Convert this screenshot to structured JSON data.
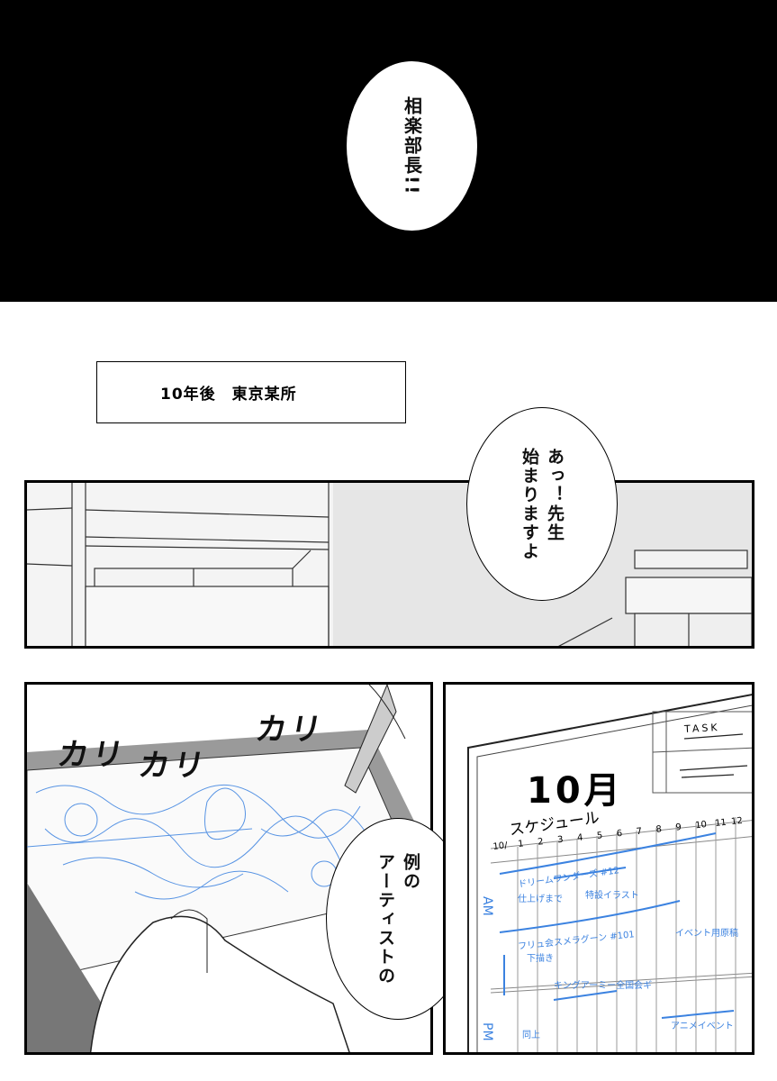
{
  "panel1": {
    "bubble_text": "相楽部長!!"
  },
  "caption": {
    "text": "10年後　東京某所"
  },
  "panel2": {
    "bubble_text": "あっ！先生\n始まりますよ"
  },
  "panel3": {
    "sfx": [
      "カリ",
      "カリ",
      "カリ"
    ],
    "bubble_text": "例の\nアーティストの"
  },
  "panel4": {
    "board_month": "10月",
    "board_subtitle": "スケジュール",
    "task_header": "TASK",
    "day_numbers": [
      "10/",
      "1",
      "2",
      "3",
      "4",
      "5",
      "6",
      "7",
      "8",
      "9",
      "10",
      "11",
      "12"
    ],
    "am_label": "AM",
    "pm_label": "PM",
    "schedule_notes": [
      "ドリームワンダーズ #12",
      "仕上げまで",
      "特設イラスト",
      "フリュ会スメラグーン #101",
      "下描き",
      "キングアーミー全国会ギ",
      "同上",
      "アニメイベント",
      "イベント用原稿"
    ]
  },
  "colors": {
    "sketch_blue": "#3b82e0",
    "panel_grey": "#e4e4e4"
  }
}
